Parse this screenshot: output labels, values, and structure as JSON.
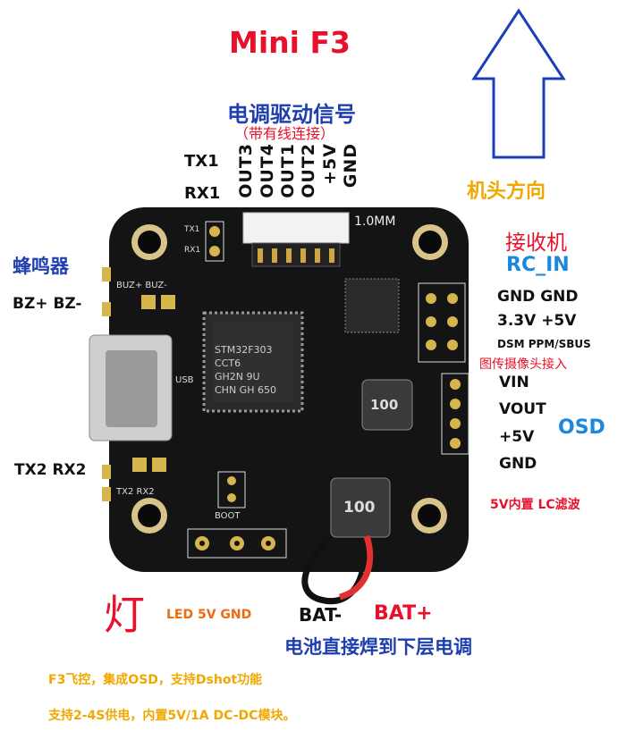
{
  "title": "Mini F3",
  "esc_signal": {
    "title": "电调驱动信号",
    "subtitle": "（带有线连接）"
  },
  "top_pins": [
    "OUT3",
    "OUT4",
    "OUT1",
    "OUT2",
    "+5V",
    "GND"
  ],
  "uart1": {
    "tx": "TX1",
    "rx": "RX1"
  },
  "direction": "机头方向",
  "buzzer": {
    "title": "蜂鸣器",
    "pins": "BZ+  BZ-"
  },
  "receiver": {
    "title": "接收机",
    "subtitle": "RC_IN",
    "row1": "GND GND",
    "row2": "3.3V  +5V",
    "row3": "DSM  PPM/SBUS"
  },
  "osd": {
    "note": "图传摄像头接入",
    "pins": [
      "VIN",
      "VOUT",
      "+5V",
      "GND"
    ],
    "label": "OSD",
    "filter": "5V内置 LC滤波"
  },
  "uart2": "TX2  RX2",
  "led": {
    "char": "灯",
    "pins": "LED 5V GND"
  },
  "battery": {
    "neg": "BAT-",
    "pos": "BAT+",
    "note": "电池直接焊到下层电调"
  },
  "features": {
    "line1": "F3飞控，集成OSD，支持Dshot功能",
    "line2": "支持2-4S供电，内置5V/1A DC-DC模块。"
  },
  "silkscreen": {
    "connector_size": "1.0MM",
    "buz": "BUZ+ BUZ-",
    "mcu1": "STM32F303",
    "mcu2": "CCT6",
    "mcu3": "GH2N  9U",
    "mcu4": "CHN GH 650",
    "usb": "USB",
    "boot": "BOOT",
    "uart2_silk": "TX2  RX2",
    "inductor1": "100",
    "inductor2": "100",
    "tx_silk": "TX1",
    "rx_silk": "RX1"
  },
  "colors": {
    "board": "#141414",
    "red": "#e8102a",
    "blue": "#1f3fb0",
    "yellow": "#f0a800",
    "orange": "#f06a10",
    "cyan": "#1a88e0"
  }
}
